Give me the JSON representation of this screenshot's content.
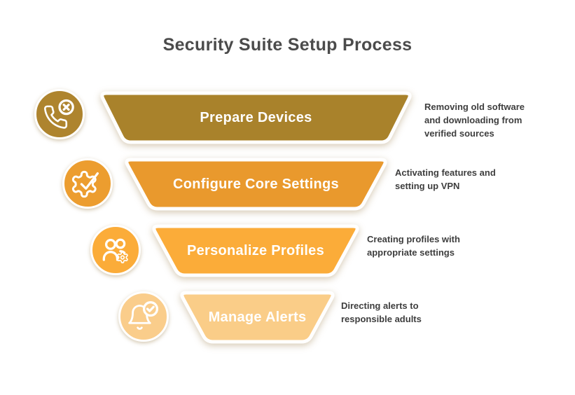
{
  "title": "Security Suite Setup Process",
  "colors": {
    "title": "#4b4b4b",
    "description": "#3e3e3e",
    "label": "#ffffff",
    "border": "#ffffff"
  },
  "stages": [
    {
      "label": "Prepare Devices",
      "description": "Removing old software and downloading from verified sources",
      "icon": "phone-x-icon",
      "color": "#a9822b",
      "badge_color": "#ae842e"
    },
    {
      "label": "Configure Core Settings",
      "description": "Activating features and setting up VPN",
      "icon": "gear-check-icon",
      "color": "#e9992d",
      "badge_color": "#ec9d2f"
    },
    {
      "label": "Personalize Profiles",
      "description": "Creating profiles with appropriate settings",
      "icon": "users-gear-icon",
      "color": "#fbac39",
      "badge_color": "#fbac39"
    },
    {
      "label": "Manage Alerts",
      "description": "Directing alerts to responsible adults",
      "icon": "bell-check-icon",
      "color": "#facd88",
      "badge_color": "#facd8b"
    }
  ]
}
